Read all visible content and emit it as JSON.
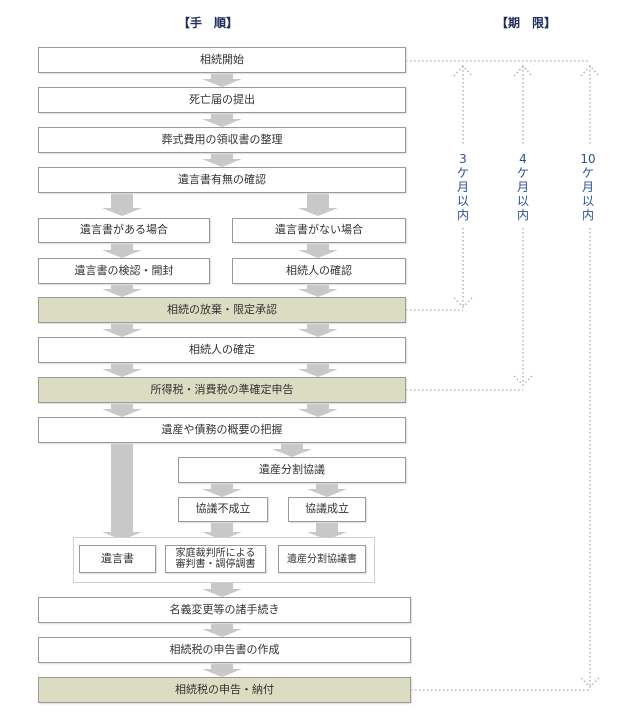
{
  "headers": {
    "procedure": "【手　順】",
    "deadline": "【期　限】"
  },
  "steps": {
    "start": "相続開始",
    "death_notice": "死亡届の提出",
    "funeral_receipts": "葬式費用の領収書の整理",
    "will_check": "遺言書有無の確認",
    "with_will": "遺言書がある場合",
    "without_will": "遺言書がない場合",
    "will_inspection": "遺言書の検認・開封",
    "heir_check": "相続人の確認",
    "renunciation": "相続の放棄・限定承認",
    "heir_confirm": "相続人の確定",
    "quasi_return": "所得税・消費税の準確定申告",
    "asset_overview": "遺産や債務の概要の把握",
    "division_talks": "遺産分割協議",
    "talks_failed": "協議不成立",
    "talks_agreed": "協議成立",
    "will_doc": "遺言書",
    "court_doc_line1": "家庭裁判所による",
    "court_doc_line2": "審判書・調停調書",
    "division_doc": "遺産分割協議書",
    "name_change": "名義変更等の諸手続き",
    "tax_return_prep": "相続税の申告書の作成",
    "tax_return_file": "相続税の申告・納付"
  },
  "deadlines": [
    {
      "months": "3",
      "label": [
        "ケ",
        "月",
        "以",
        "内"
      ]
    },
    {
      "months": "4",
      "label": [
        "ケ",
        "月",
        "以",
        "内"
      ]
    },
    {
      "months": "10",
      "label": [
        "ケ",
        "月",
        "以",
        "内"
      ]
    }
  ],
  "colors": {
    "highlight": "#dcdcc2",
    "arrow": "#c8c8c8",
    "dotted": "#a8a8a8",
    "header": "#1f2d5c",
    "deadline_text": "#2a5290"
  }
}
